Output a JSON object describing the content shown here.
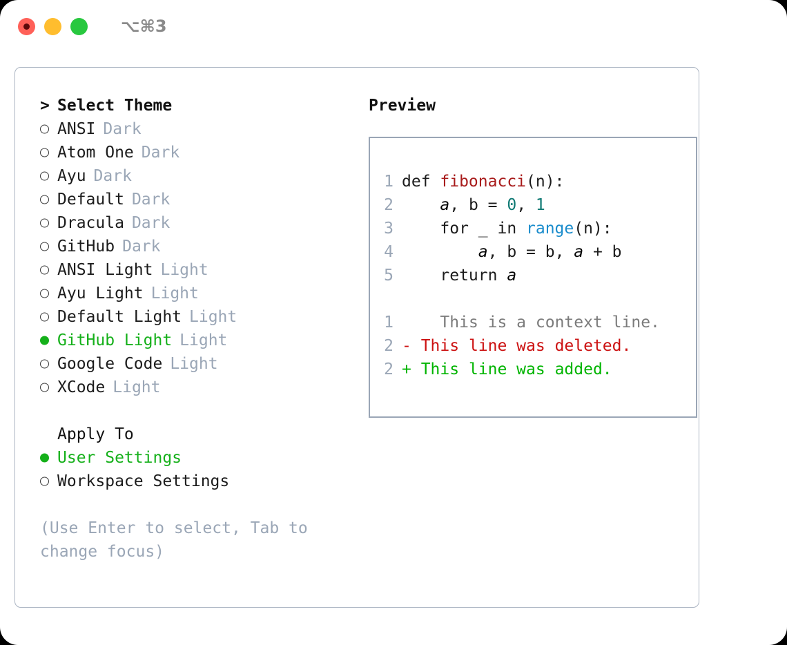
{
  "titlebar": {
    "shortcut": "⌥⌘3",
    "dots": [
      {
        "name": "close-button",
        "color": "#ff6058"
      },
      {
        "name": "minimize-button",
        "color": "#ffbd2e"
      },
      {
        "name": "maximize-button",
        "color": "#28c83f"
      }
    ]
  },
  "theme_picker": {
    "caret": ">",
    "header": "Select Theme",
    "bullet_selected": "●",
    "bullet_unselected": "○",
    "items": [
      {
        "name": "ANSI",
        "kind": "Dark",
        "selected": false
      },
      {
        "name": "Atom One",
        "kind": "Dark",
        "selected": false
      },
      {
        "name": "Ayu",
        "kind": "Dark",
        "selected": false
      },
      {
        "name": "Default",
        "kind": "Dark",
        "selected": false
      },
      {
        "name": "Dracula",
        "kind": "Dark",
        "selected": false
      },
      {
        "name": "GitHub",
        "kind": "Dark",
        "selected": false
      },
      {
        "name": "ANSI Light",
        "kind": "Light",
        "selected": false
      },
      {
        "name": "Ayu Light",
        "kind": "Light",
        "selected": false
      },
      {
        "name": "Default Light",
        "kind": "Light",
        "selected": false
      },
      {
        "name": "GitHub Light",
        "kind": "Light",
        "selected": true
      },
      {
        "name": "Google Code",
        "kind": "Light",
        "selected": false
      },
      {
        "name": "XCode",
        "kind": "Light",
        "selected": false
      }
    ]
  },
  "apply_to": {
    "title": "Apply To",
    "options": [
      {
        "label": "User Settings",
        "selected": true
      },
      {
        "label": "Workspace Settings",
        "selected": false
      }
    ]
  },
  "hint": "(Use Enter to select, Tab to change focus)",
  "preview": {
    "title": "Preview",
    "code_lines": [
      {
        "no": "1",
        "segments": [
          {
            "t": "def ",
            "c": "plain"
          },
          {
            "t": "fibonacci",
            "c": "fn"
          },
          {
            "t": "(n):",
            "c": "plain"
          }
        ]
      },
      {
        "no": "2",
        "segments": [
          {
            "t": "    ",
            "c": "plain"
          },
          {
            "t": "a",
            "c": "var"
          },
          {
            "t": ", b = ",
            "c": "plain"
          },
          {
            "t": "0",
            "c": "num"
          },
          {
            "t": ", ",
            "c": "plain"
          },
          {
            "t": "1",
            "c": "num"
          }
        ]
      },
      {
        "no": "3",
        "segments": [
          {
            "t": "    for _ in ",
            "c": "plain"
          },
          {
            "t": "range",
            "c": "kw"
          },
          {
            "t": "(n):",
            "c": "plain"
          }
        ]
      },
      {
        "no": "4",
        "segments": [
          {
            "t": "        ",
            "c": "plain"
          },
          {
            "t": "a",
            "c": "var"
          },
          {
            "t": ", b = b, ",
            "c": "plain"
          },
          {
            "t": "a",
            "c": "var"
          },
          {
            "t": " + b",
            "c": "plain"
          }
        ]
      },
      {
        "no": "5",
        "segments": [
          {
            "t": "    return ",
            "c": "plain"
          },
          {
            "t": "a",
            "c": "var"
          }
        ]
      }
    ],
    "diff_lines": [
      {
        "no": "1",
        "marker": "  ",
        "text": "  This is a context line.",
        "kind": "ctx"
      },
      {
        "no": "2",
        "marker": "- ",
        "text": "This line was deleted.",
        "kind": "del"
      },
      {
        "no": "2",
        "marker": "+ ",
        "text": "This line was added.",
        "kind": "add"
      }
    ]
  },
  "colors": {
    "accent_green": "#15b01a",
    "muted": "#9aa6b6",
    "border": "#aab4c2",
    "diff_add": "#00b400",
    "diff_del": "#cc1111",
    "syntax_function": "#a81b1b",
    "syntax_number": "#107a74",
    "syntax_keyword": "#1a8ccc"
  }
}
